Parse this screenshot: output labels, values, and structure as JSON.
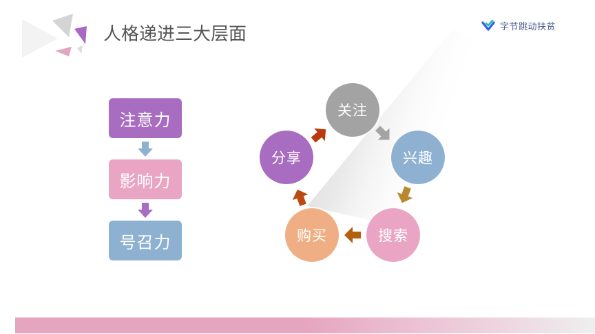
{
  "header": {
    "title": "人格递进三大层面",
    "brand_text": "字节跳动扶贫"
  },
  "pyramid": {
    "items": [
      {
        "label": "注意力",
        "color": "#a86cc0"
      },
      {
        "label": "影响力",
        "color": "#e9a5c3"
      },
      {
        "label": "号召力",
        "color": "#8fb1d1"
      }
    ],
    "arrow_colors": [
      "#8fb1d1",
      "#a86cc0"
    ]
  },
  "cycle": {
    "nodes": [
      {
        "label": "关注",
        "color": "#a3a3a3"
      },
      {
        "label": "兴趣",
        "color": "#8fb1d1"
      },
      {
        "label": "搜索",
        "color": "#e9a5c3"
      },
      {
        "label": "购买",
        "color": "#f0ae84"
      },
      {
        "label": "分享",
        "color": "#a86cc0"
      }
    ],
    "arrow_colors": [
      "#a3a3a3",
      "#b8882e",
      "#b5600e",
      "#bb4a10",
      "#b83a0e"
    ]
  },
  "footer": {
    "bar_color": "#e6a5bf"
  }
}
